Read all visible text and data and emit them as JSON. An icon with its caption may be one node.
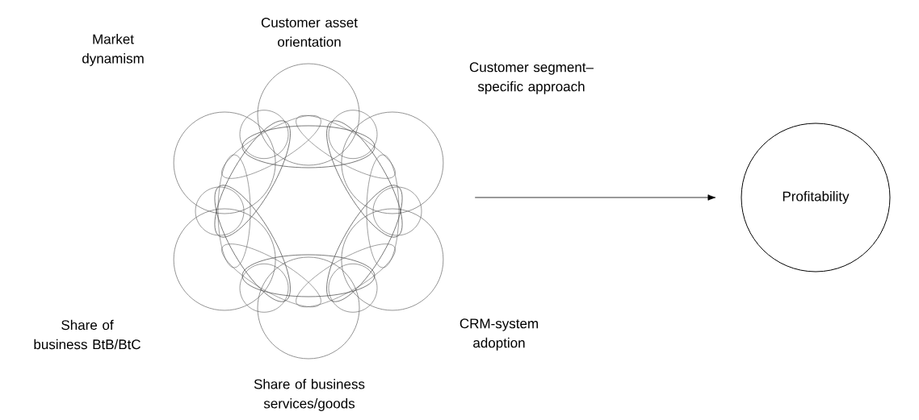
{
  "diagram": {
    "nodes": [
      {
        "text": [],
        "shape": "picture"
      },
      {
        "text": [
          "Profitability"
        ]
      }
    ],
    "edges": [
      {
        "from": 0,
        "to": 1,
        "arrow": "to"
      }
    ],
    "labels": [
      "Customer asset orientation",
      "Market dynamism",
      "Customer segment–specific approach",
      "Share of business BtB/BtC",
      "CRM-system adoption",
      "Share of business services/goods"
    ]
  }
}
